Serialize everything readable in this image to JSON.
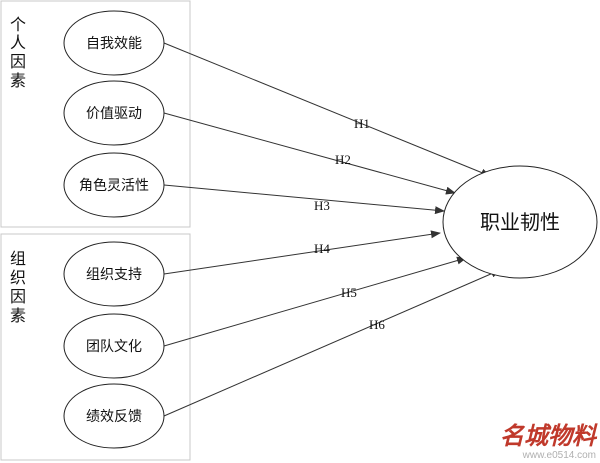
{
  "groups": [
    {
      "label": "个人因素",
      "factors": [
        "自我效能",
        "价值驱动",
        "角色灵活性"
      ]
    },
    {
      "label": "组织因素",
      "factors": [
        "组织支持",
        "团队文化",
        "绩效反馈"
      ]
    }
  ],
  "outcome": "职业韧性",
  "hypotheses": [
    "H1",
    "H2",
    "H3",
    "H4",
    "H5",
    "H6"
  ],
  "watermark": {
    "logo_text": "名城物料",
    "url": "www.e0514.com"
  },
  "colors": {
    "stroke": "#222222",
    "group_border": "#c8c8c8",
    "watermark_red": "#c0392b"
  }
}
